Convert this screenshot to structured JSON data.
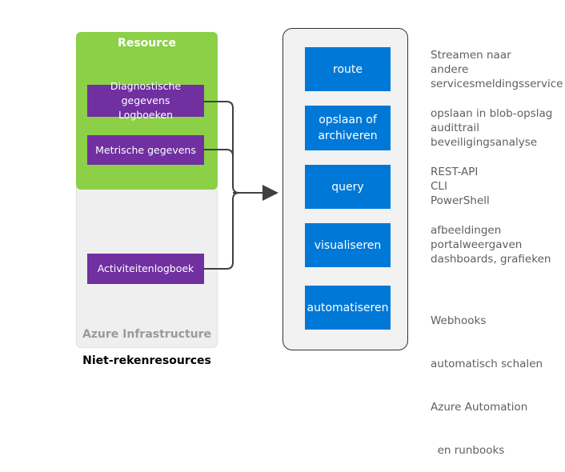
{
  "resource": {
    "title": "Resource",
    "diagnostics_line1": "Diagnostische gegevens",
    "diagnostics_line2": "Logboeken",
    "metrics": "Metrische gegevens"
  },
  "infrastructure": {
    "title": "Azure Infrastructure",
    "activity_log": "Activiteitenlogboek"
  },
  "caption": "Niet-rekenresources",
  "actions": [
    {
      "line1": "route",
      "line2": ""
    },
    {
      "line1": "opslaan of",
      "line2": "archiveren"
    },
    {
      "line1": "query",
      "line2": ""
    },
    {
      "line1": "visualiseren",
      "line2": ""
    },
    {
      "line1": "automatiseren",
      "line2": ""
    }
  ],
  "descriptions": [
    [
      "Streamen naar",
      "andere",
      "servicesmeldingsservice"
    ],
    [
      "opslaan in blob-opslag",
      "audittrail",
      "beveiligingsanalyse"
    ],
    [
      "REST-API",
      "CLI",
      "PowerShell"
    ],
    [
      "afbeeldingen",
      "portalweergaven",
      "dashboards, grafieken"
    ],
    [
      "Webhooks",
      "automatisch schalen",
      "Azure Automation",
      "  en runbooks"
    ]
  ],
  "colors": {
    "resource_green": "#8bd046",
    "purple": "#7030a0",
    "azure_blue": "#0078d7",
    "infra_grey": "#efefef"
  }
}
